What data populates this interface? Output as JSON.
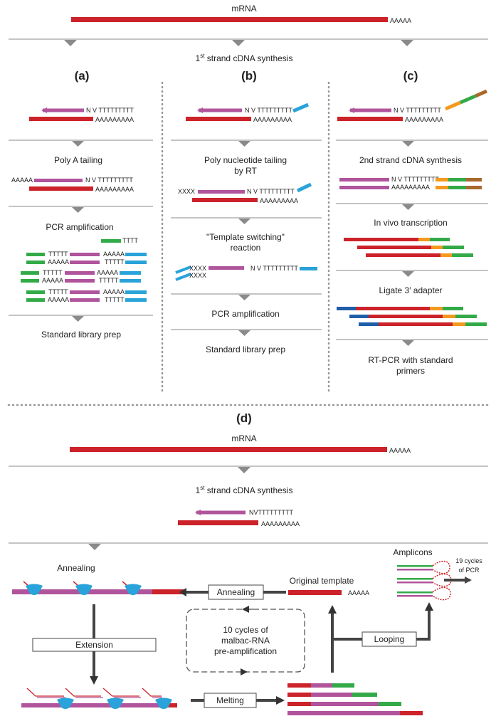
{
  "colors": {
    "red": "#cc2229",
    "magenta": "#b0549c",
    "green": "#33aa48",
    "blue": "#29a3d9",
    "orange": "#f39a1f",
    "brown": "#a8692c",
    "navy": "#1f5ea8",
    "gray": "#8a8a8a",
    "dark": "#333333"
  },
  "top": {
    "mrna_label": "mRNA",
    "polya": "AAAAA",
    "first_strand_main": "1",
    "first_strand_sup": "st",
    "first_strand_rest": " strand cDNA synthesis"
  },
  "panel_a": {
    "label": "(a)",
    "primer_seq": "N V TTTTTTTTT",
    "template_seq": "AAAAAAAAA",
    "step1": "Poly A tailing",
    "tail_seq": "AAAAA",
    "step2": "PCR amplification",
    "oligo_t": "TTTT",
    "t5": "TTTTT",
    "a5": "AAAAA",
    "step3": "Standard library prep"
  },
  "panel_b": {
    "label": "(b)",
    "primer_seq": "N V TTTTTTTTT",
    "template_seq": "AAAAAAAAA",
    "step1_line1": "Poly nucleotide tailing",
    "step1_line2": "by RT",
    "xxxx": "XXXX",
    "step2_line1": "\"Template switching\"",
    "step2_line2": "reaction",
    "step3": "PCR amplification",
    "step4": "Standard library prep"
  },
  "panel_c": {
    "label": "(c)",
    "primer_seq": "N V TTTTTTTTT",
    "template_seq": "AAAAAAAAA",
    "step1": "2nd strand cDNA synthesis",
    "step2": "In vivo transcription",
    "step3": "Ligate 3′ adapter",
    "step4_line1": "RT-PCR with standard",
    "step4_line2": "primers"
  },
  "panel_d": {
    "label": "(d)",
    "mrna_label": "mRNA",
    "polya": "AAAAA",
    "first_strand_main": "1",
    "first_strand_sup": "st",
    "first_strand_rest": " strand cDNA synthesis",
    "primer_seq": "NVTTTTTTTTT",
    "template_seq": "AAAAAAAAA",
    "annealing_title": "Annealing",
    "annealing_box": "Annealing",
    "original_template": "Original template",
    "original_polya": "AAAAA",
    "amplicons": "Amplicons",
    "pcr_line1": "19 cycles",
    "pcr_line2": "of PCR",
    "extension_box": "Extension",
    "cycles_line1": "10 cycles of",
    "cycles_line2": "malbac-RNA",
    "cycles_line3": "pre-amplification",
    "looping_box": "Looping",
    "melting_box": "Melting"
  }
}
